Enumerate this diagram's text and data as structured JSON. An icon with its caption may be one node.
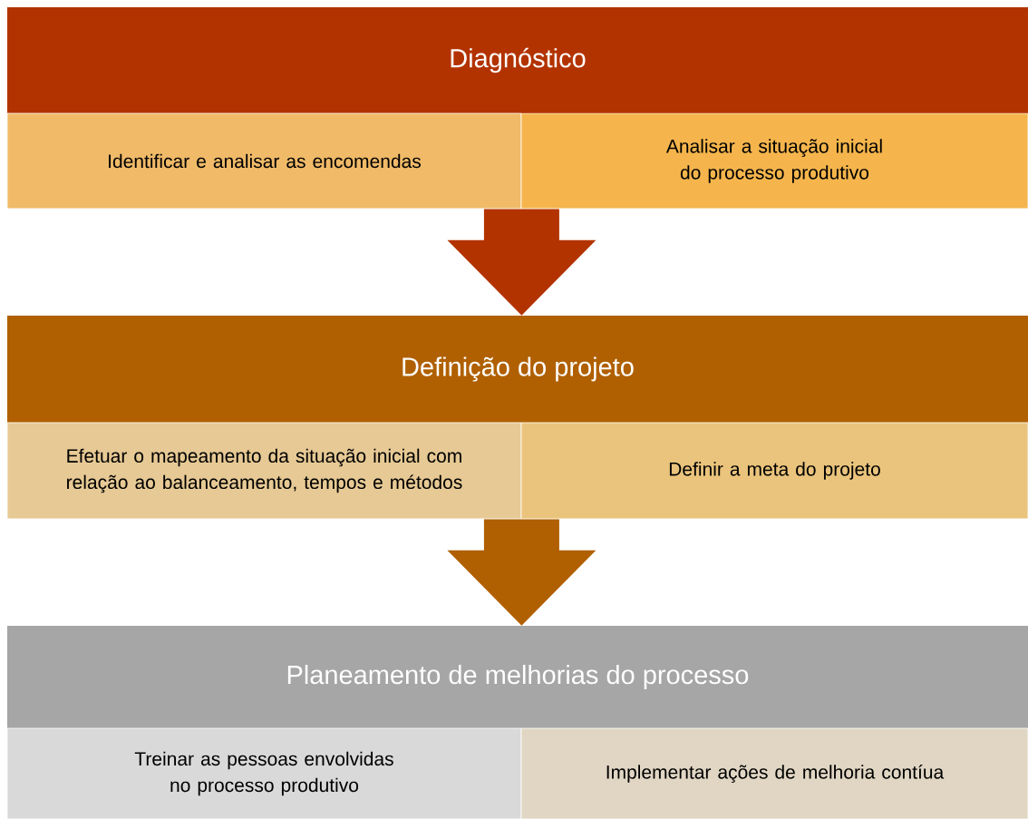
{
  "diagram": {
    "nodes": [
      {
        "text": [
          "Diagnóstico"
        ]
      },
      {
        "text": [
          "Identificar e analisar as encomendas"
        ]
      },
      {
        "text": [
          "Analisar a situação inicial do processo produtivo"
        ]
      },
      {
        "text": [
          "Definição do projeto"
        ]
      },
      {
        "text": [
          "Efetuar o mapeamento da situação inicial com relação ao balanceamento, tempos e métodos"
        ]
      },
      {
        "text": [
          "Definir a meta do projeto"
        ]
      },
      {
        "text": [
          "Planeamento de melhorias do processo"
        ]
      },
      {
        "text": [
          "Treinar as pessoas envolvidas no processo produtivo"
        ]
      },
      {
        "text": [
          "Implementar ações de melhoria contíua"
        ]
      }
    ],
    "edges": [
      {
        "from": 1,
        "to": 3,
        "arrow": "to",
        "color": "#b33300"
      },
      {
        "from": 4,
        "to": 6,
        "arrow": "to",
        "color": "#b06000"
      }
    ]
  }
}
